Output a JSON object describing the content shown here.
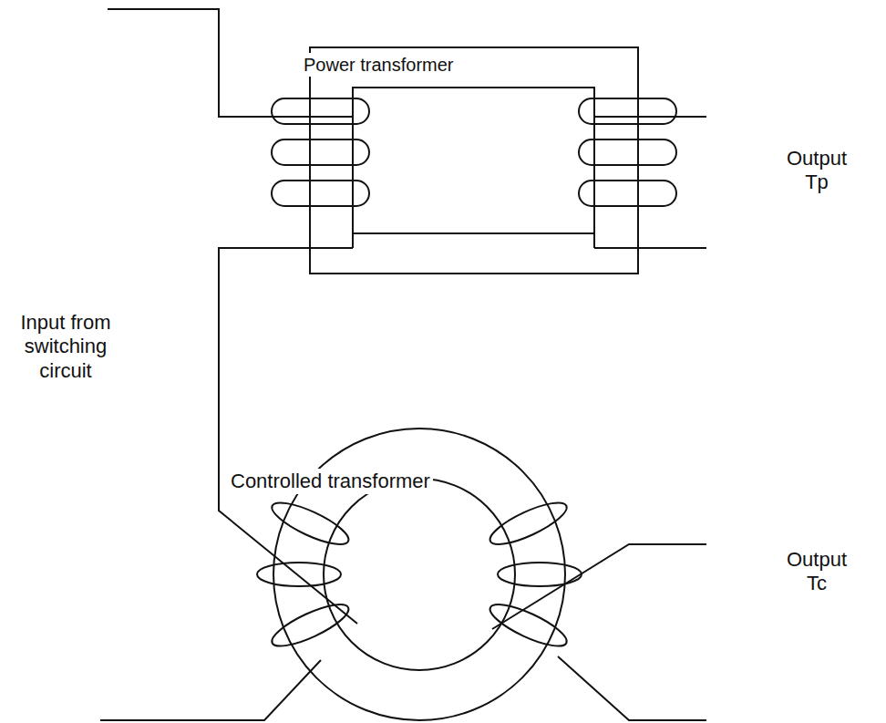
{
  "diagram": {
    "labels": [
      "Power transformer",
      "Output Tp",
      "Input from switching circuit",
      "Controlled transformer",
      "Output Tc"
    ]
  }
}
